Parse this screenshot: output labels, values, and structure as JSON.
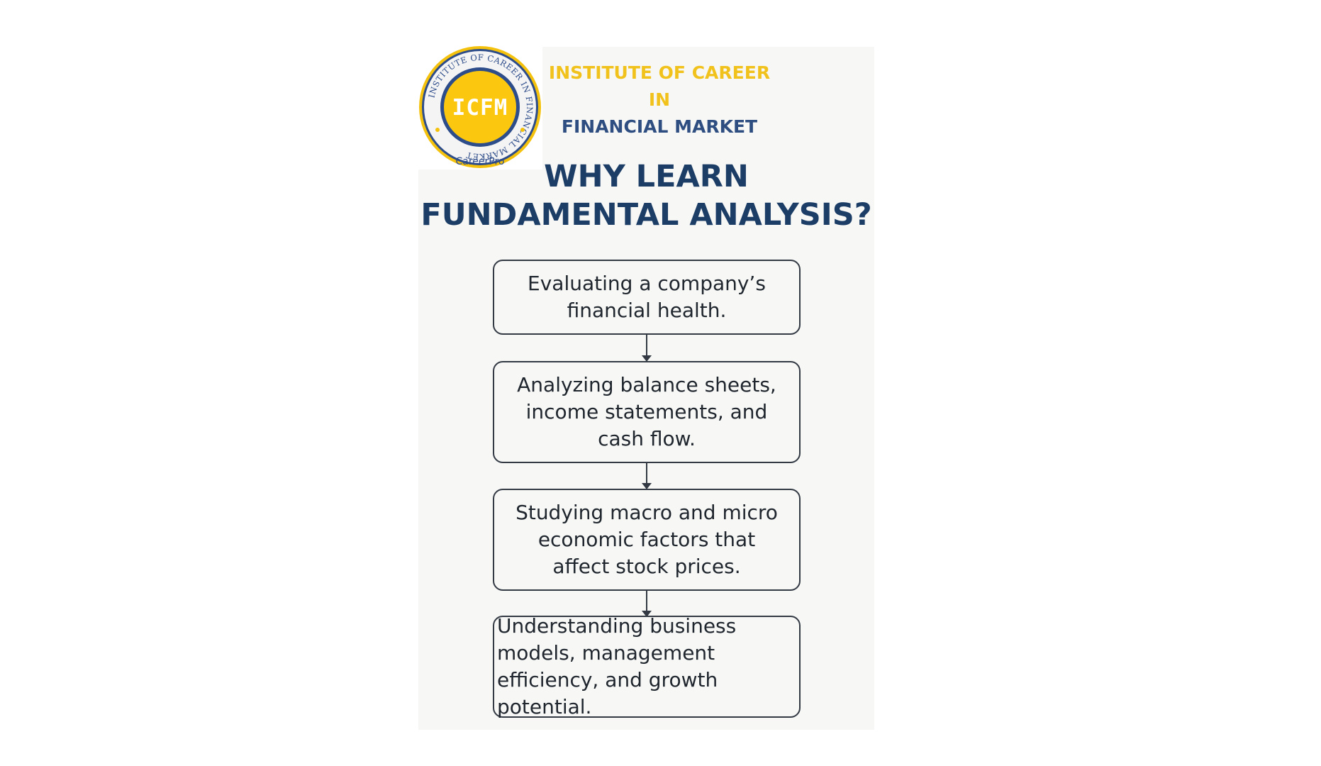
{
  "logo": {
    "ring_text": "INSTITUTE OF CAREER IN FINANCIAL MARKET",
    "center_text": "ICFM",
    "bottom_text": "CareerPro",
    "colors": {
      "ring": "#2d4c8a",
      "gold": "#f4c20d",
      "center": "#fbc80f"
    }
  },
  "institute": {
    "line1": "INSTITUTE OF CAREER IN",
    "line2": "FINANCIAL MARKET"
  },
  "title": {
    "line1": "WHY LEARN",
    "line2": "FUNDAMENTAL ANALYSIS?"
  },
  "steps": [
    {
      "text": "Evaluating a company’s\nfinancial health."
    },
    {
      "text": "Analyzing balance sheets,\nincome statements, and\ncash flow."
    },
    {
      "text": "Studying macro and micro\neconomic factors that\naffect stock prices."
    },
    {
      "text": "Understanding business\nmodels, management\nefficiency, and growth potential."
    }
  ],
  "colors": {
    "title": "#1c3d66",
    "institute_line1": "#f2c21c",
    "institute_line2": "#2e4d80",
    "box_border": "#333a44",
    "panel": "#f7f7f6"
  }
}
